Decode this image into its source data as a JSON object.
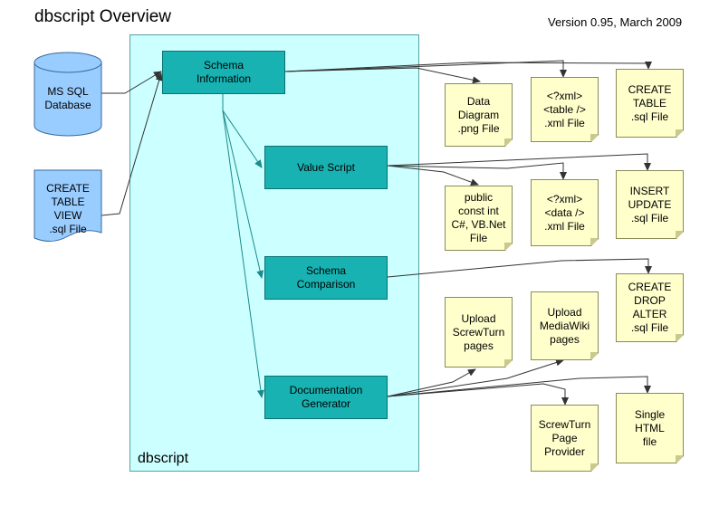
{
  "title": "dbscript Overview",
  "version": "Version 0.95, March 2009",
  "container_label": "dbscript",
  "colors": {
    "container": "#ccffff",
    "process": "#18b2b2",
    "note": "#ffffcc",
    "input": "#99ccff",
    "arrow": "#333333",
    "arrow_internal": "#1a8a8a"
  },
  "inputs": {
    "database": "MS SQL\nDatabase",
    "sql_file": "CREATE\nTABLE\nVIEW\n.sql File"
  },
  "processes": {
    "schema_info": "Schema\nInformation",
    "value_script": "Value Script",
    "schema_comparison": "Schema\nComparison",
    "doc_generator": "Documentation\nGenerator"
  },
  "outputs": {
    "data_diagram": "Data\nDiagram\n.png File",
    "xml_table": "<?xml>\n<table />\n.xml File",
    "create_table_sql": "CREATE\nTABLE\n.sql File",
    "public_const": "public\nconst int\nC#, VB.Net\nFile",
    "xml_data": "<?xml>\n<data />\n.xml File",
    "insert_update_sql": "INSERT\nUPDATE\n.sql File",
    "create_drop_alter_sql": "CREATE\nDROP\nALTER\n.sql File",
    "upload_screwturn": "Upload\nScrewTurn\npages",
    "upload_mediawiki": "Upload\nMediaWiki\npages",
    "screwturn_provider": "ScrewTurn\nPage\nProvider",
    "single_html": "Single\nHTML\nfile"
  }
}
